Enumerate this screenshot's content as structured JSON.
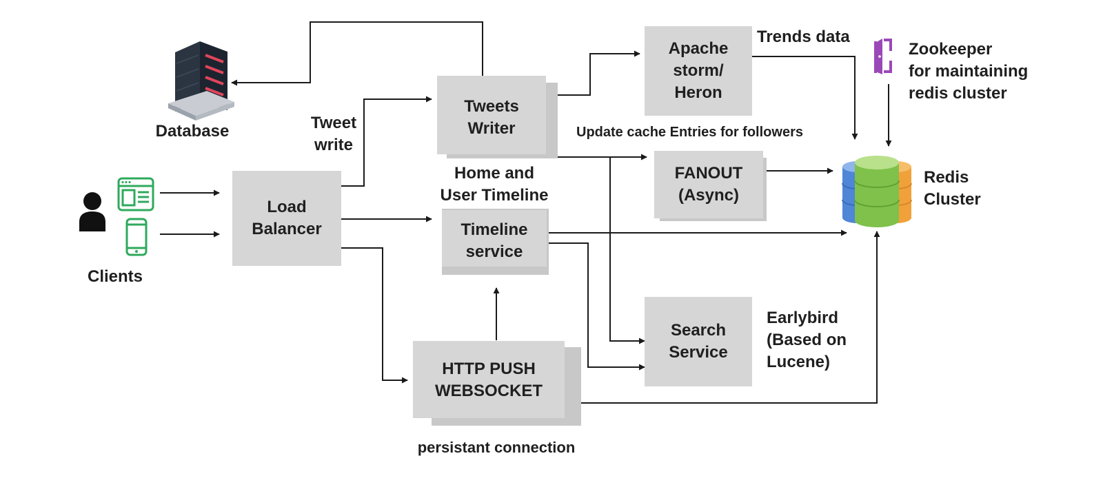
{
  "colors": {
    "box_fill": "#d6d6d6",
    "box_shadow": "#c8c8c8",
    "arrow": "#1a1a1a",
    "client_icon_green": "#2eaa5c",
    "server_dark": "#2b3542",
    "server_led": "#e0455a",
    "zookeeper_purple": "#9a48b8",
    "redis_green": "#7fc14a",
    "redis_blue": "#4f86d6",
    "redis_orange": "#f0a13a"
  },
  "icons": {
    "database": "server-rack-icon",
    "client_user": "user-icon",
    "client_web": "web-browser-icon",
    "client_mobile": "mobile-phone-icon",
    "zookeeper": "door-icon",
    "redis": "cylinder-cluster-icon"
  },
  "nodes": {
    "database": "Database",
    "clients": "Clients",
    "load_balancer": "Load\nBalancer",
    "tweets_writer": "Tweets\nWriter",
    "timeline_service": "Timeline\nservice",
    "http_push": "HTTP PUSH\nWEBSOCKET",
    "apache_storm": "Apache\nstorm/\nHeron",
    "fanout": "FANOUT\n(Async)",
    "search_service": "Search\nService",
    "redis": "Redis\nCluster"
  },
  "labels": {
    "tweet_write": "Tweet\nwrite",
    "home_user_timeline": "Home and\nUser Timeline",
    "trends_data": "Trends data",
    "zookeeper": "Zookeeper\nfor maintaining\nredis cluster",
    "update_cache": "Update cache Entries for followers",
    "earlybird": "Earlybird\n(Based on\nLucene)",
    "persistent_connection": "persistant connection"
  }
}
